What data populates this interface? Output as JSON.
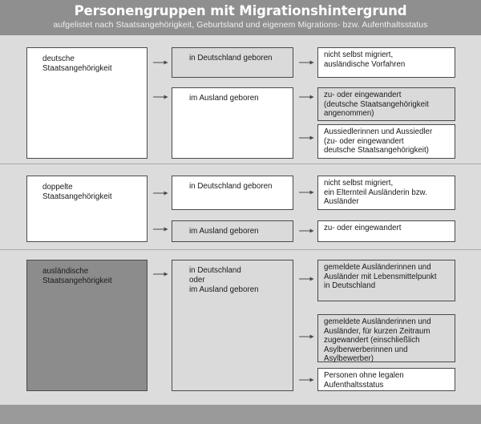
{
  "header": {
    "title": "Personengruppen mit Migrationshintergrund",
    "subtitle": "aufgelistet nach Staatsangehörigkeit, Geburtsland und eigenem Migrations- bzw. Aufenthaltsstatus"
  },
  "groups": [
    {
      "label": "deutsche\nStaatsangehörigkeit",
      "birth": [
        {
          "label": "in Deutschland geboren",
          "statuses": [
            "nicht selbst migriert,\nausländische Vorfahren"
          ]
        },
        {
          "label": "im Ausland geboren",
          "statuses": [
            "zu- oder eingewandert\n(deutsche Staatsangehörigkeit\nangenommen)",
            "Aussiedlerinnen und Aussiedler\n(zu- oder eingewandert\ndeutsche Staatsangehörigkeit)"
          ]
        }
      ]
    },
    {
      "label": "doppelte\nStaatsangehörigkeit",
      "birth": [
        {
          "label": "in Deutschland geboren",
          "statuses": [
            "nicht selbst migriert,\nein Elternteil Ausländerin bzw.\nAusländer"
          ]
        },
        {
          "label": "im Ausland geboren",
          "statuses": [
            "zu- oder eingewandert"
          ]
        }
      ]
    },
    {
      "label": "ausländische\nStaatsangehörigkeit",
      "birth": [
        {
          "label": "in Deutschland\noder\nim Ausland geboren",
          "statuses": [
            "gemeldete Ausländerinnen und\nAusländer mit Lebensmittelpunkt\nin Deutschland",
            "gemeldete Ausländerinnen und\nAusländer, für kurzen Zeitraum\nzugewandert (einschließlich\nAsylberwerberinnen und\nAsylbewerber)",
            "Personen ohne legalen\nAufenthaltsstatus"
          ]
        }
      ]
    }
  ],
  "colors": {
    "header": "#8f8f8f",
    "background": "#dcdcdc",
    "box_white": "#ffffff",
    "box_light": "#dadada",
    "box_medium": "#bdbdbd",
    "box_dark": "#8c8c8c",
    "connector": "#4a4a4a"
  }
}
